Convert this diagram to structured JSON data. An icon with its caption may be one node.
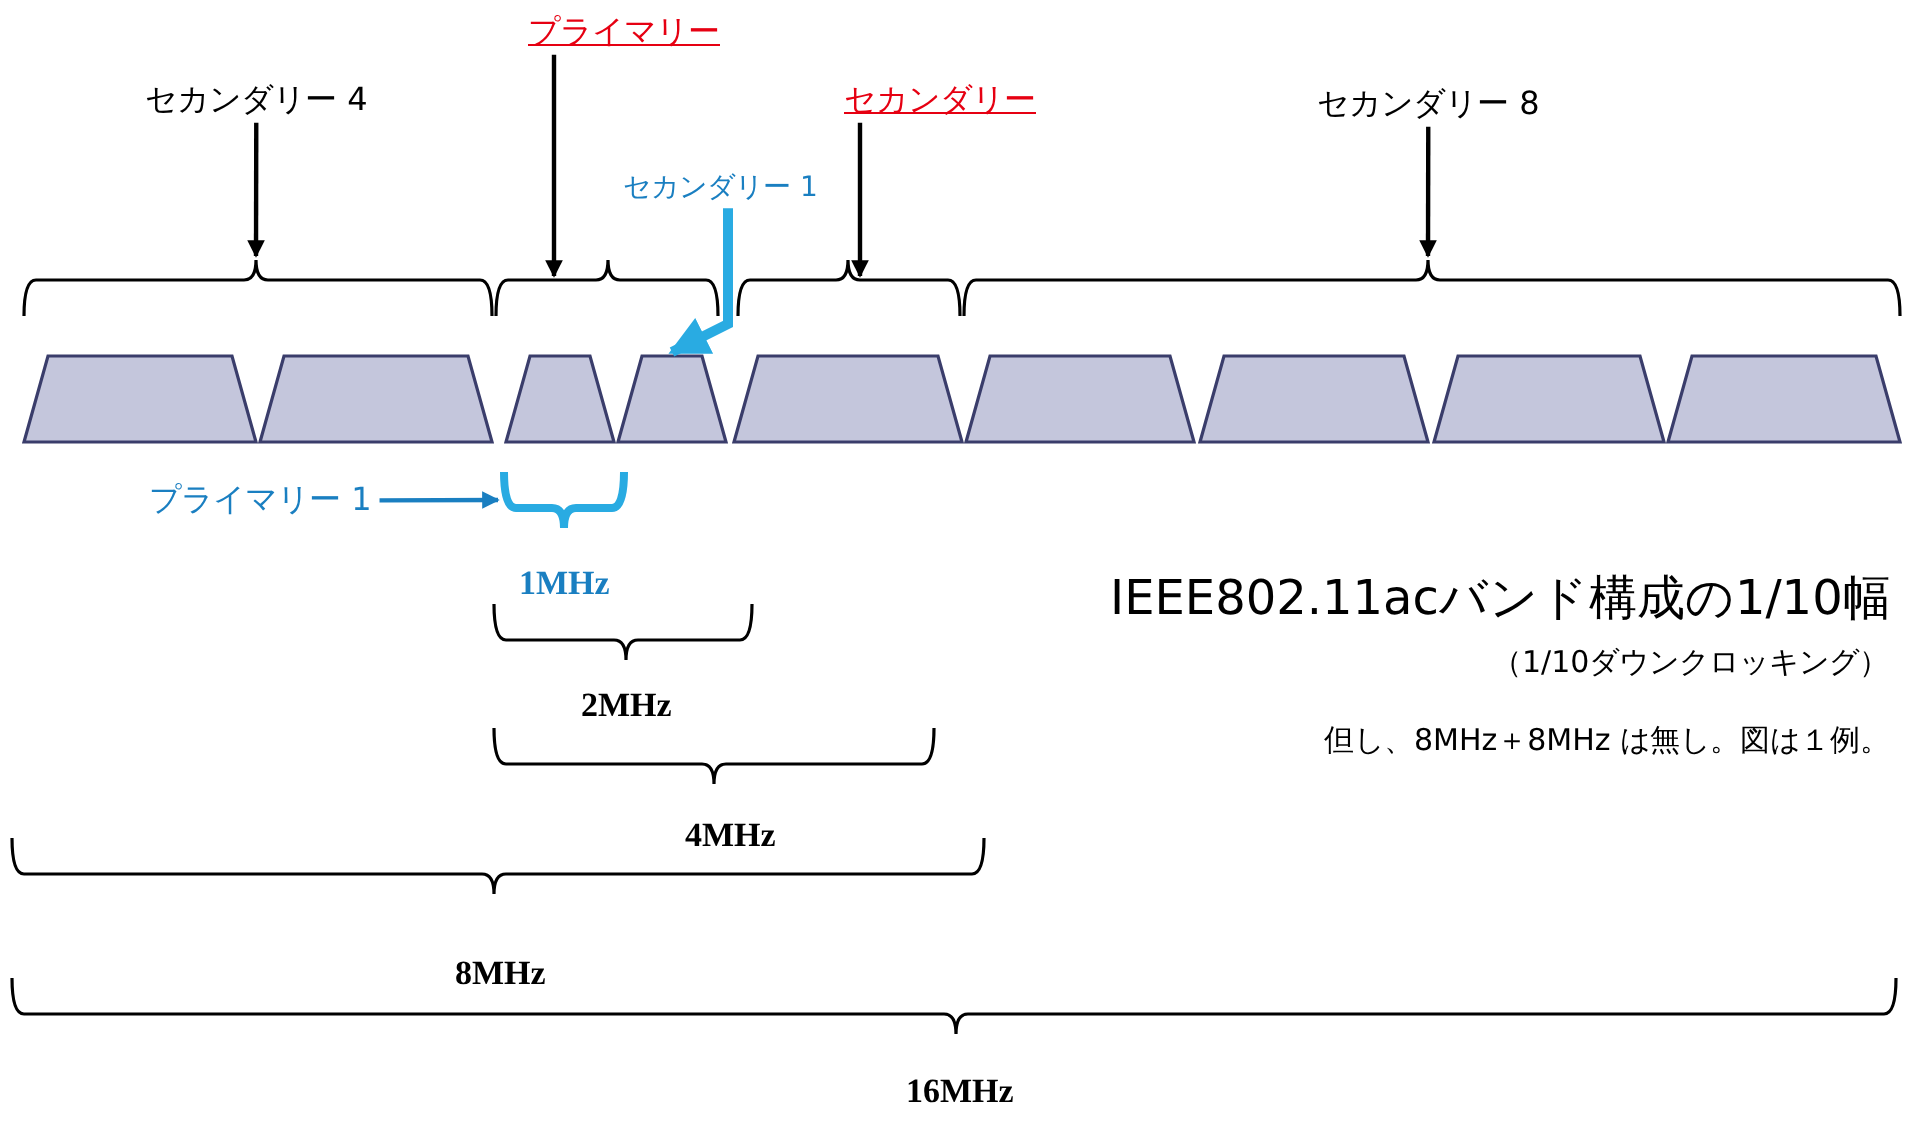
{
  "diagram": {
    "title": "IEEE802.11acバンド構成の1/10幅",
    "nodes": [
      {
        "text": [
          "セカンダリー 4"
        ]
      },
      {
        "text": [
          "プライマリー"
        ]
      },
      {
        "text": [
          "セカンダリー 1"
        ]
      },
      {
        "text": [
          "セカンダリー"
        ]
      },
      {
        "text": [
          "セカンダリー 8"
        ]
      },
      {
        "text": [
          "プライマリー 1"
        ]
      },
      {
        "text": [],
        "shape": "trapezoid"
      },
      {
        "text": [],
        "shape": "trapezoid"
      },
      {
        "text": [],
        "shape": "trapezoid"
      },
      {
        "text": [],
        "shape": "trapezoid"
      },
      {
        "text": [],
        "shape": "trapezoid"
      },
      {
        "text": [],
        "shape": "trapezoid"
      },
      {
        "text": [],
        "shape": "trapezoid"
      },
      {
        "text": [],
        "shape": "trapezoid"
      },
      {
        "text": [],
        "shape": "trapezoid"
      },
      {
        "text": [],
        "shape": "brace"
      },
      {
        "text": [],
        "shape": "brace"
      },
      {
        "text": [],
        "shape": "brace"
      },
      {
        "text": [],
        "shape": "brace"
      },
      {
        "text": [],
        "shape": "brace"
      }
    ],
    "edges": [
      {
        "from": 0,
        "to": 16,
        "arrow": "to"
      },
      {
        "from": 1,
        "to": 17,
        "arrow": "to"
      },
      {
        "from": 2,
        "to": 9,
        "arrow": "to",
        "style": "thick",
        "color": "#29abe2"
      },
      {
        "from": 3,
        "to": 18,
        "arrow": "to"
      },
      {
        "from": 4,
        "to": 19,
        "arrow": "to"
      },
      {
        "from": 5,
        "to": 15,
        "arrow": "to",
        "color": "#1a7fc1"
      }
    ],
    "labels": [
      "1MHz",
      "2MHz",
      "4MHz",
      "8MHz",
      "16MHz",
      "（1/10ダウンクロッキング）",
      "但し、8MHz＋8MHz は無し。図は１例。"
    ]
  }
}
